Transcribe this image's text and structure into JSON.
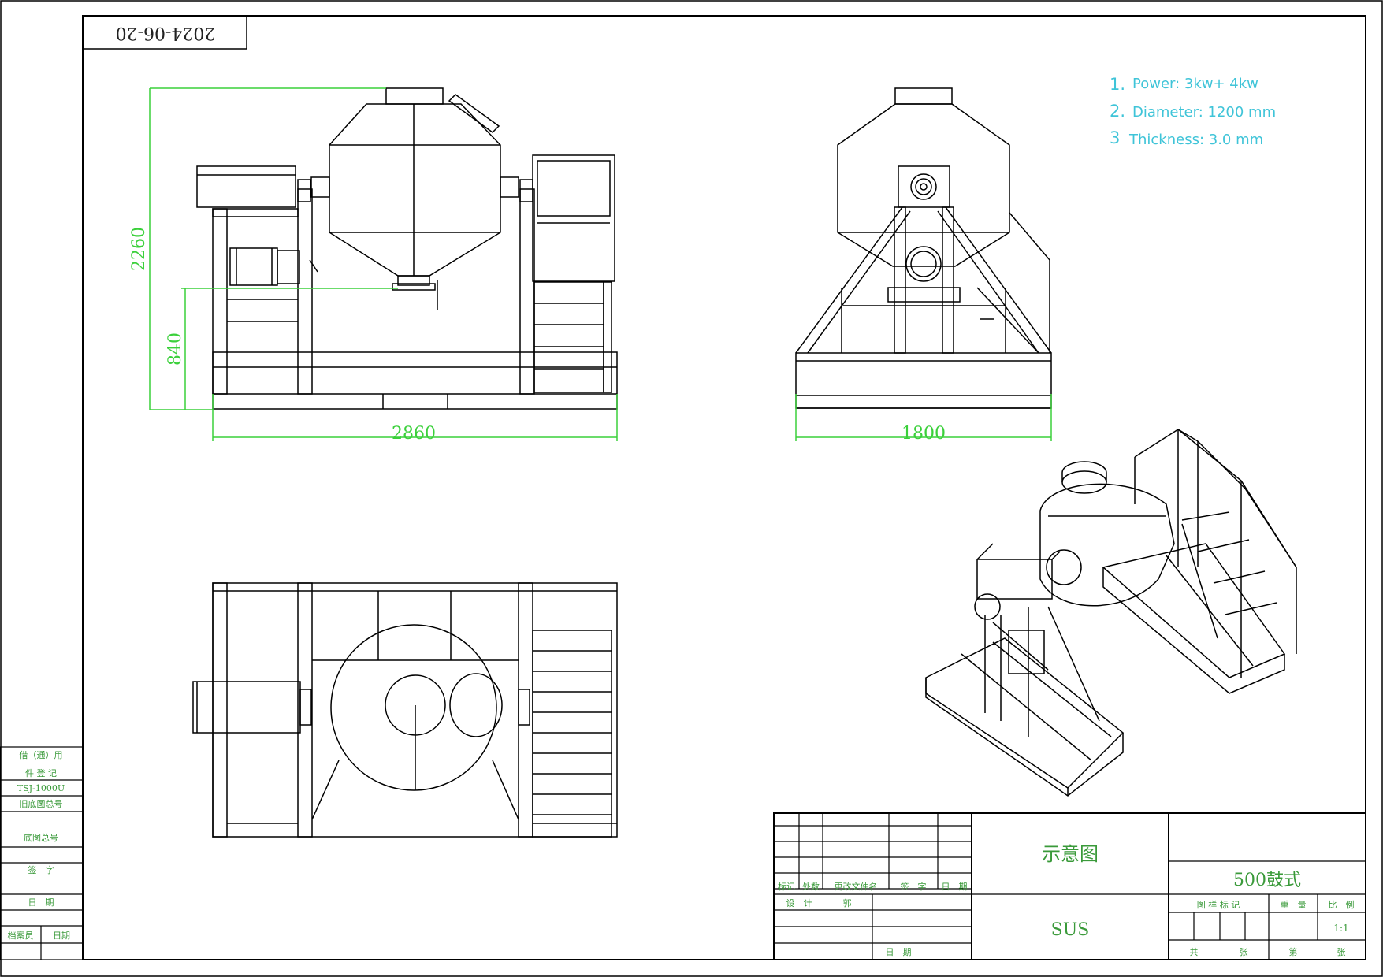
{
  "date_stamp": "2024-06-20",
  "notes": [
    {
      "num": "1.",
      "text": "Power: 3kw+ 4kw"
    },
    {
      "num": "2.",
      "text": "Diameter: 1200 mm"
    },
    {
      "num": "3",
      "text": "Thickness: 3.0 mm"
    }
  ],
  "dimensions": {
    "height_total": "2260",
    "height_discharge": "840",
    "length": "2860",
    "width": "1800"
  },
  "side_table": {
    "row1": "借（通）用",
    "row2": "件 登 记",
    "row3": "TSJ-1000U",
    "row4": "旧底图总号",
    "row5": "底图总号",
    "row6": "签　字",
    "row7": "日　期",
    "row8a": "档案员",
    "row8b": "日期"
  },
  "title_block": {
    "col_labels": [
      "标记",
      "处数",
      "更改文件名",
      "签　字",
      "日　期"
    ],
    "design": "设　计",
    "designer": "郭",
    "date": "日　期",
    "title": "示意图",
    "material": "SUS",
    "model": "500鼓式",
    "stage_mark": "图 样 标 记",
    "weight": "重　量",
    "scale_label": "比　例",
    "scale": "1:1",
    "total": "共",
    "sheets": "张",
    "sheet_no": "第",
    "sheets2": "张"
  },
  "colors": {
    "line": "#000000",
    "dimension": "#3ad03a",
    "stamp_green": "#3a9a3a",
    "note_cyan": "#3fc4d8"
  }
}
